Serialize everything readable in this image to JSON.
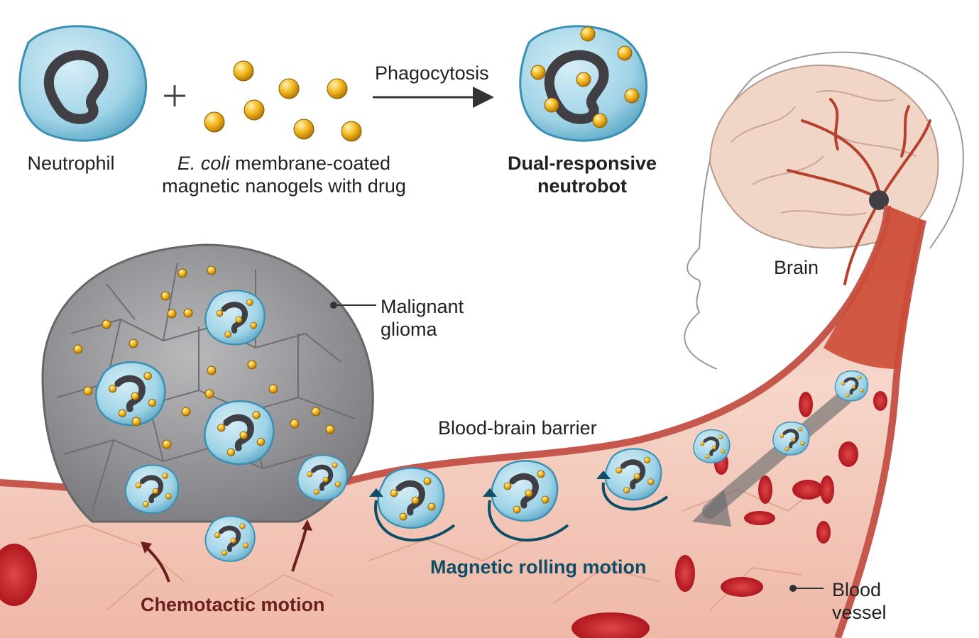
{
  "labels": {
    "neutrophil": "Neutrophil",
    "nanogels_line1_italic": "E. coli",
    "nanogels_line1_rest": " membrane-coated",
    "nanogels_line2": "magnetic nanogels with drug",
    "phagocytosis": "Phagocytosis",
    "neutrobot_line1": "Dual-responsive",
    "neutrobot_line2": "neutrobot",
    "brain": "Brain",
    "glioma_line1": "Malignant",
    "glioma_line2": "glioma",
    "bbb": "Blood-brain barrier",
    "magnetic": "Magnetic rolling motion",
    "chemotactic": "Chemotactic motion",
    "vessel_line1": "Blood",
    "vessel_line2": "vessel",
    "plus": "+"
  },
  "colors": {
    "cell_blue": "#9fd3e6",
    "cell_edge": "#3a8fb3",
    "nucleus": "#3f3f44",
    "nanogel": "#f2b51c",
    "tumor_gray": "#9a9a9d",
    "vessel_wall": "#d9786d",
    "vessel_inner": "#f4cdbf",
    "rbc": "#c7151d",
    "chemotactic_text": "#6b1f1f",
    "magnetic_text": "#0e4d66"
  },
  "icons": {
    "neutrophil": "neutrophil-cell-icon",
    "nanogel": "nanogel-particle-icon",
    "neutrobot": "neutrobot-cell-icon",
    "head": "human-head-brain-icon",
    "tumor": "glioma-tumor-icon",
    "vessel": "blood-vessel-icon"
  }
}
